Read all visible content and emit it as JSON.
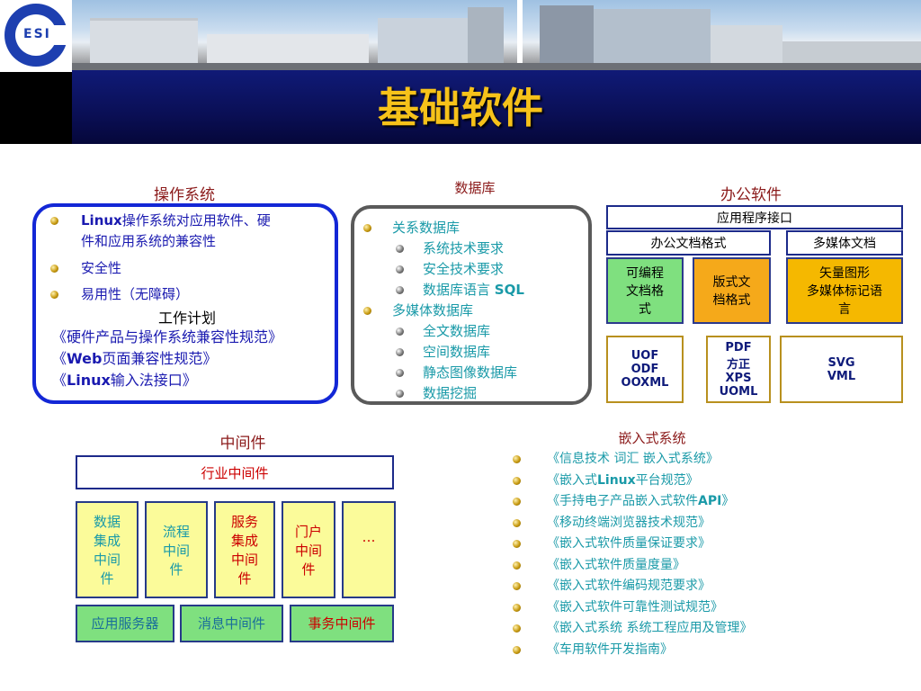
{
  "header": {
    "title": "基础软件",
    "logo_text": "ESI"
  },
  "os": {
    "title": "操作系统",
    "items": [
      {
        "prefix": "Linux",
        "text": "操作系统对应用软件、硬",
        "text2": "件和应用系统的兼容性"
      },
      {
        "text": "安全性"
      },
      {
        "text": "易用性（无障碍）"
      }
    ],
    "plan_title": "工作计划",
    "plans": [
      {
        "pre": "《硬件产品与操作系统兼容性规范》",
        "bold": "",
        "post": ""
      },
      {
        "pre": "《",
        "bold": "Web",
        "post": "页面兼容性规范》"
      },
      {
        "pre": "《",
        "bold": "Linux",
        "post": "输入法接口》"
      }
    ]
  },
  "database": {
    "title": "数据库",
    "groups": [
      {
        "label": "关系数据库",
        "items": [
          {
            "text": "系统技术要求",
            "bold": ""
          },
          {
            "text": "安全技术要求",
            "bold": ""
          },
          {
            "text": "数据库语言 ",
            "bold": "SQL"
          }
        ]
      },
      {
        "label": "多媒体数据库",
        "items": [
          {
            "text": "全文数据库",
            "bold": ""
          },
          {
            "text": "空间数据库",
            "bold": ""
          },
          {
            "text": "静态图像数据库",
            "bold": ""
          },
          {
            "text": "数据挖掘",
            "bold": ""
          }
        ]
      }
    ]
  },
  "office": {
    "title": "办公软件",
    "api": "应用程序接口",
    "doc_format": "办公文档格式",
    "multimedia_doc": "多媒体文档",
    "editable": [
      "可编程",
      "文档格",
      "式"
    ],
    "layout": [
      "版式文",
      "档格式"
    ],
    "vector": [
      "矢量图形",
      "多媒体标记语",
      "言"
    ],
    "formats_editable": [
      "UOF",
      "ODF",
      "OOXML"
    ],
    "formats_layout": [
      "PDF",
      "方正",
      "XPS",
      "UOML"
    ],
    "formats_vector": [
      "SVG",
      "VML"
    ]
  },
  "middleware": {
    "title": "中间件",
    "industry": "行业中间件",
    "columns": [
      {
        "lines": [
          "数据",
          "集成",
          "中间",
          "件"
        ],
        "color": "#1a9aa8"
      },
      {
        "lines": [
          "流程",
          "中间",
          "件"
        ],
        "color": "#1a9aa8"
      },
      {
        "lines": [
          "服务",
          "集成",
          "中间",
          "件"
        ],
        "color": "#cc0000"
      },
      {
        "lines": [
          "门户",
          "中间",
          "件"
        ],
        "color": "#cc0000"
      },
      {
        "lines": [
          "…"
        ],
        "color": "#cc0000"
      }
    ],
    "bottom": [
      {
        "label": "应用服务器",
        "color": "#1a6e9a"
      },
      {
        "label": "消息中间件",
        "color": "#1a6e9a"
      },
      {
        "label": "事务中间件",
        "color": "#cc0000"
      }
    ]
  },
  "embedded": {
    "title": "嵌入式系统",
    "items": [
      {
        "pre": "《信息技术 词汇 嵌入式系统》",
        "bold": "",
        "post": ""
      },
      {
        "pre": "《嵌入式",
        "bold": "Linux",
        "post": "平台规范》"
      },
      {
        "pre": "《手持电子产品嵌入式软件",
        "bold": "API",
        "post": "》"
      },
      {
        "pre": "《移动终端浏览器技术规范》",
        "bold": "",
        "post": ""
      },
      {
        "pre": "《嵌入式软件质量保证要求》",
        "bold": "",
        "post": ""
      },
      {
        "pre": "《嵌入式软件质量度量》",
        "bold": "",
        "post": ""
      },
      {
        "pre": "《嵌入式软件编码规范要求》",
        "bold": "",
        "post": ""
      },
      {
        "pre": "《嵌入式软件可靠性测试规范》",
        "bold": "",
        "post": ""
      },
      {
        "pre": "《嵌入式系统 系统工程应用及管理》",
        "bold": "",
        "post": ""
      },
      {
        "pre": "《车用软件开发指南》",
        "bold": "",
        "post": ""
      }
    ]
  }
}
